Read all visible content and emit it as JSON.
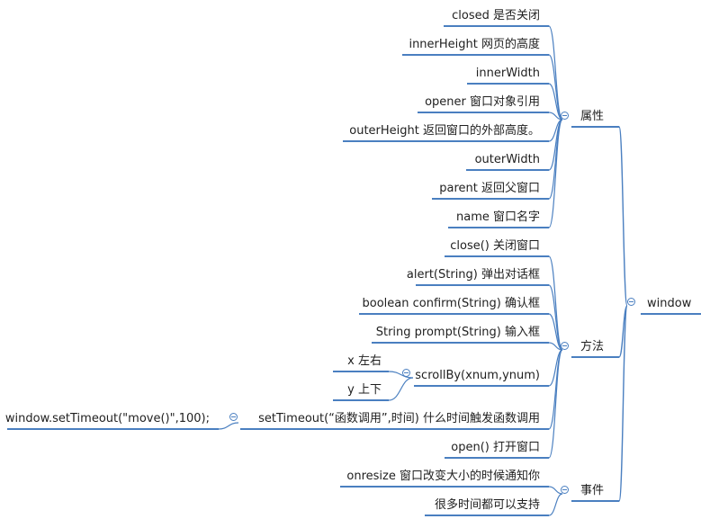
{
  "root": {
    "label": "window"
  },
  "groups": [
    {
      "label": "属性",
      "items": [
        "closed 是否关闭",
        "innerHeight 网页的高度",
        "innerWidth",
        "opener 窗口对象引用",
        "outerHeight 返回窗口的外部高度。",
        "outerWidth",
        "parent 返回父窗口",
        "name 窗口名字"
      ]
    },
    {
      "label": "方法",
      "items": [
        "close() 关闭窗口",
        "alert(String) 弹出对话框",
        "boolean confirm(String) 确认框",
        "String prompt(String) 输入框",
        "scrollBy(xnum,ynum)",
        "setTimeout(“函数调用”,时间) 什么时间触发函数调用",
        "open() 打开窗口"
      ],
      "scroll_children": [
        "x 左右",
        "y 上下"
      ],
      "settimeout_child": "window.setTimeout(\"move()\",100);"
    },
    {
      "label": "事件",
      "items": [
        "onresize 窗口改变大小的时候通知你",
        "很多时间都可以支持"
      ]
    }
  ]
}
